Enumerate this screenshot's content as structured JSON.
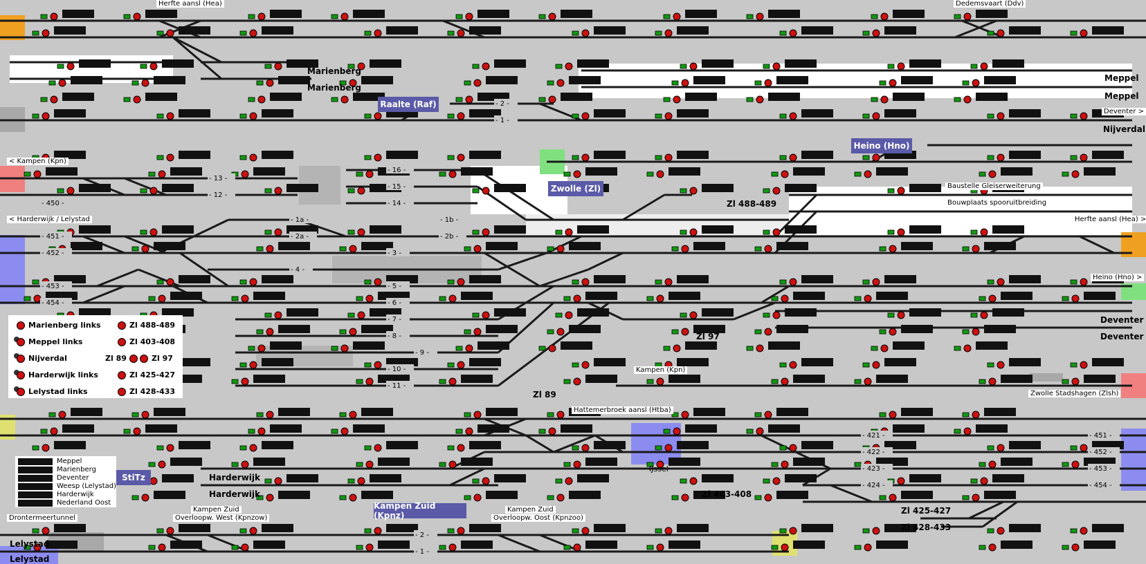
{
  "stations": [
    {
      "id": "raalte",
      "label": "Raalte (Raf)"
    },
    {
      "id": "heino",
      "label": "Heino (Hno)"
    },
    {
      "id": "zwolle",
      "label": "Zwolle (Zl)"
    },
    {
      "id": "stitz",
      "label": "StiTz"
    },
    {
      "id": "kampen-zuid",
      "label": "Kampen Zuid (Kpnz)"
    }
  ],
  "labels": {
    "herfte_top": "Herfte aansl (Hea)",
    "dedemsvaart": "Dedemsvaart (Ddv)",
    "marienberg1": "Marienberg",
    "marienberg2": "Marienberg",
    "meppel1": "Meppel",
    "meppel2": "Meppel",
    "deventer_arrow": "Deventer >",
    "nijverdal": "Nijverdal",
    "kampen_kpn": "< Kampen (Kpn)",
    "harderwijk_lelystad": "< Harderwijk / Lelystad",
    "zl488": "Zl 488-489",
    "baustelle": "Baustelle Gleiserweiterung",
    "bouwplaats": "Bouwplaats spooruitbreiding",
    "herfte_right": "Herfte aansl (Hea) >",
    "heino_right": "Heino (Hno) >",
    "deventer1": "Deventer",
    "deventer2": "Deventer",
    "zl97": "Zl 97",
    "zl89": "Zl 89",
    "kampen_mid": "Kampen (Kpn)",
    "zwolle_stadshagen": "Zwolle Stadshagen (Zlsh)",
    "hattemerbroek": "Hattemerbroek aansl (Htba)",
    "ijssel": "IJssel",
    "harderwijk1": "Harderwijk",
    "harderwijk2": "Harderwijk",
    "zl403": "Zl 403-408",
    "zl425": "Zl 425-427",
    "zl428": "Zl 428-433",
    "dronten": "Drontermeertunnel",
    "lelystad1": "Lelystad",
    "lelystad2": "Lelystad",
    "kampen_zuid_w": "Kampen Zuid",
    "overloop_w": "Overloopw. West (Kpnzow)",
    "kampen_zuid_o": "Kampen Zuid",
    "overloop_o": "Overloopw. Oost (Kpnzoo)"
  },
  "track_numbers": [
    "- 2 -",
    "- 1 -",
    "- 13 -",
    "- 12 -",
    "- 16 -",
    "- 15 -",
    "- 14 -",
    "- 450 -",
    "- 451 -",
    "- 452 -",
    "- 453 -",
    "- 454 -",
    "- 1a -",
    "- 1b -",
    "- 2a -",
    "- 2b -",
    "- 3 -",
    "- 4 -",
    "- 5 -",
    "- 6 -",
    "- 7 -",
    "- 8 -",
    "- 9 -",
    "- 10 -",
    "- 11 -",
    "- 421 -",
    "- 422 -",
    "- 423 -",
    "- 424 -",
    "- 451 -",
    "- 452 -",
    "- 453 -",
    "- 454 -",
    "- 2 -",
    "- 1 -"
  ],
  "legend_signals": [
    {
      "label": "Marienberg links"
    },
    {
      "label": "Meppel links"
    },
    {
      "label": "Nijverdal"
    },
    {
      "label": "Harderwijk links"
    },
    {
      "label": "Lelystad links"
    },
    {
      "label": "Zl 488-489"
    },
    {
      "label": "Zl 403-408"
    },
    {
      "label": "Zl 89"
    },
    {
      "label": "Zl 97"
    },
    {
      "label": "Zl 425-427"
    },
    {
      "label": "Zl 428-433"
    }
  ],
  "legend_trains": [
    "Meppel",
    "Marienberg",
    "Deventer",
    "Weesp (Lelystad)",
    "Harderwijk",
    "Nederland Oost"
  ],
  "colors": {
    "background": "#c8c8c8",
    "track": "#1a1a1a",
    "signal_red": "#cc1111",
    "signal_green": "#119911",
    "station": "#5a5aa8",
    "exit_orange": "#f0a020",
    "exit_salmon": "#f08080",
    "exit_blue": "#8c8cf0",
    "exit_green": "#80e080",
    "exit_yellow": "#e0e070",
    "exit_grey": "#a8a8a8"
  }
}
